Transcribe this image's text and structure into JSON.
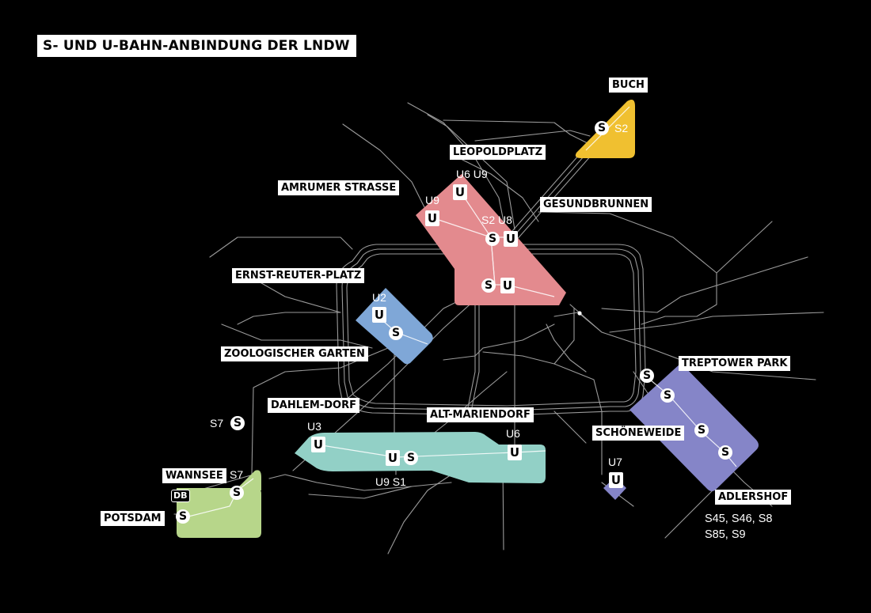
{
  "title": "S- UND U-BAHN-ANBINDUNG DER LNDW",
  "colors": {
    "background": "#000000",
    "track": "#9a9a9a",
    "buch": "#f0c030",
    "pink": "#e38a8e",
    "blue": "#7fa7d7",
    "teal": "#92d0c6",
    "green": "#b7d68a",
    "purple": "#8585c8"
  },
  "stations": {
    "buch": "BUCH",
    "leopoldplatz": "LEOPOLDPLATZ",
    "amrumer": "AMRUMER STRASSE",
    "gesundbrunnen": "GESUNDBRUNNEN",
    "ernst_reuter": "ERNST-REUTER-PLATZ",
    "zoo": "ZOOLOGISCHER GARTEN",
    "treptower": "TREPTOWER PARK",
    "dahlem": "DAHLEM-DORF",
    "alt_mariendorf": "ALT-MARIENDORF",
    "schoeneweide": "SCHÖNEWEIDE",
    "wannsee": "WANNSEE",
    "potsdam": "POTSDAM",
    "adlershof": "ADLERSHOF"
  },
  "lines": {
    "buch": "S2",
    "leopold": "U6 U9",
    "amrumer": "U9",
    "gesund": "S2 U8",
    "ernst": "U2",
    "u3": "U3",
    "u6": "U6",
    "u9s1": "U9 S1",
    "s7_top": "S7",
    "s7_wannsee": "S7",
    "u7": "U7",
    "adlershof_1": "S45, S46, S8",
    "adlershof_2": "S85, S9"
  },
  "symbols": {
    "s": "S",
    "u": "U",
    "db": "DB"
  }
}
